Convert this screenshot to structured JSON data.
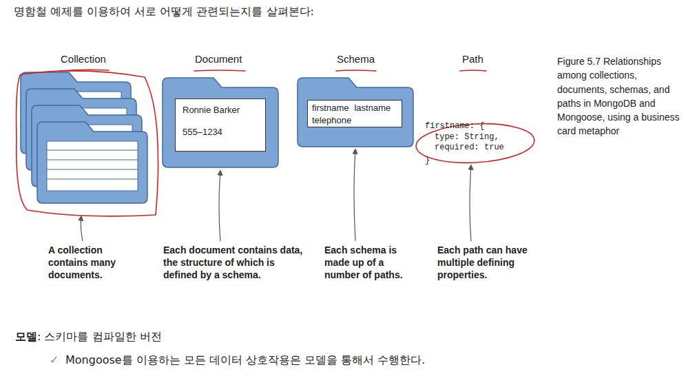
{
  "diagram": {
    "title": "명함철 예제를 이용하여 서로 어떻게 관련되는지를 살펴본다:",
    "caption": "Figure 5.7 Relationships among collections, documents, schemas, and paths in MongoDB and Mongoose, using a business card metaphor",
    "nodes": [
      {
        "text": [
          "Ronnie Barker",
          "555–1234"
        ]
      },
      {
        "text": [
          "firstname",
          "lastname",
          "telephone"
        ]
      }
    ],
    "labels": [
      "Collection",
      "Document",
      "Schema",
      "Path",
      "firstname: {",
      "type: String,",
      "required: true",
      "}",
      "A collection contains many documents.",
      "Each document contains data, the structure of which is defined by a schema.",
      "Each schema is made up of a number of paths.",
      "Each path can have multiple defining properties.",
      "모델",
      ": 스키마를 컴파일한 버전",
      "✓",
      "Mongoose를 이용하는 모든 데이터 상호작용은 모델을 통해서 수행한다."
    ]
  }
}
